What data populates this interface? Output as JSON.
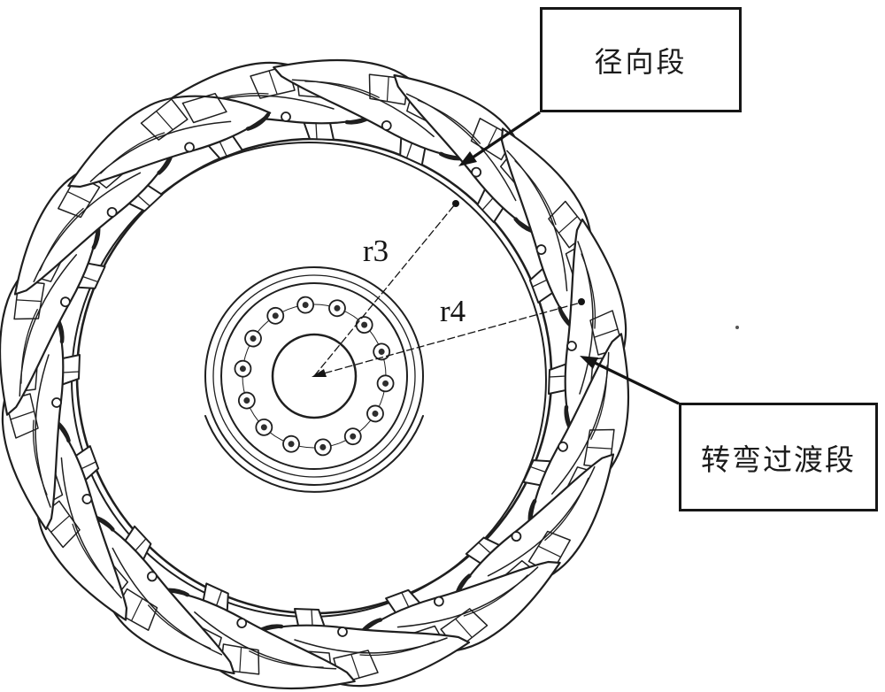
{
  "figure": {
    "callouts": {
      "radial_section": "径向段",
      "transition_section": "转弯过渡段"
    },
    "radius_labels": {
      "r3": "r3",
      "r4": "r4"
    },
    "colors": {
      "ink": "#1f1f1f",
      "annotation": "#141414",
      "background": "#ffffff"
    }
  }
}
